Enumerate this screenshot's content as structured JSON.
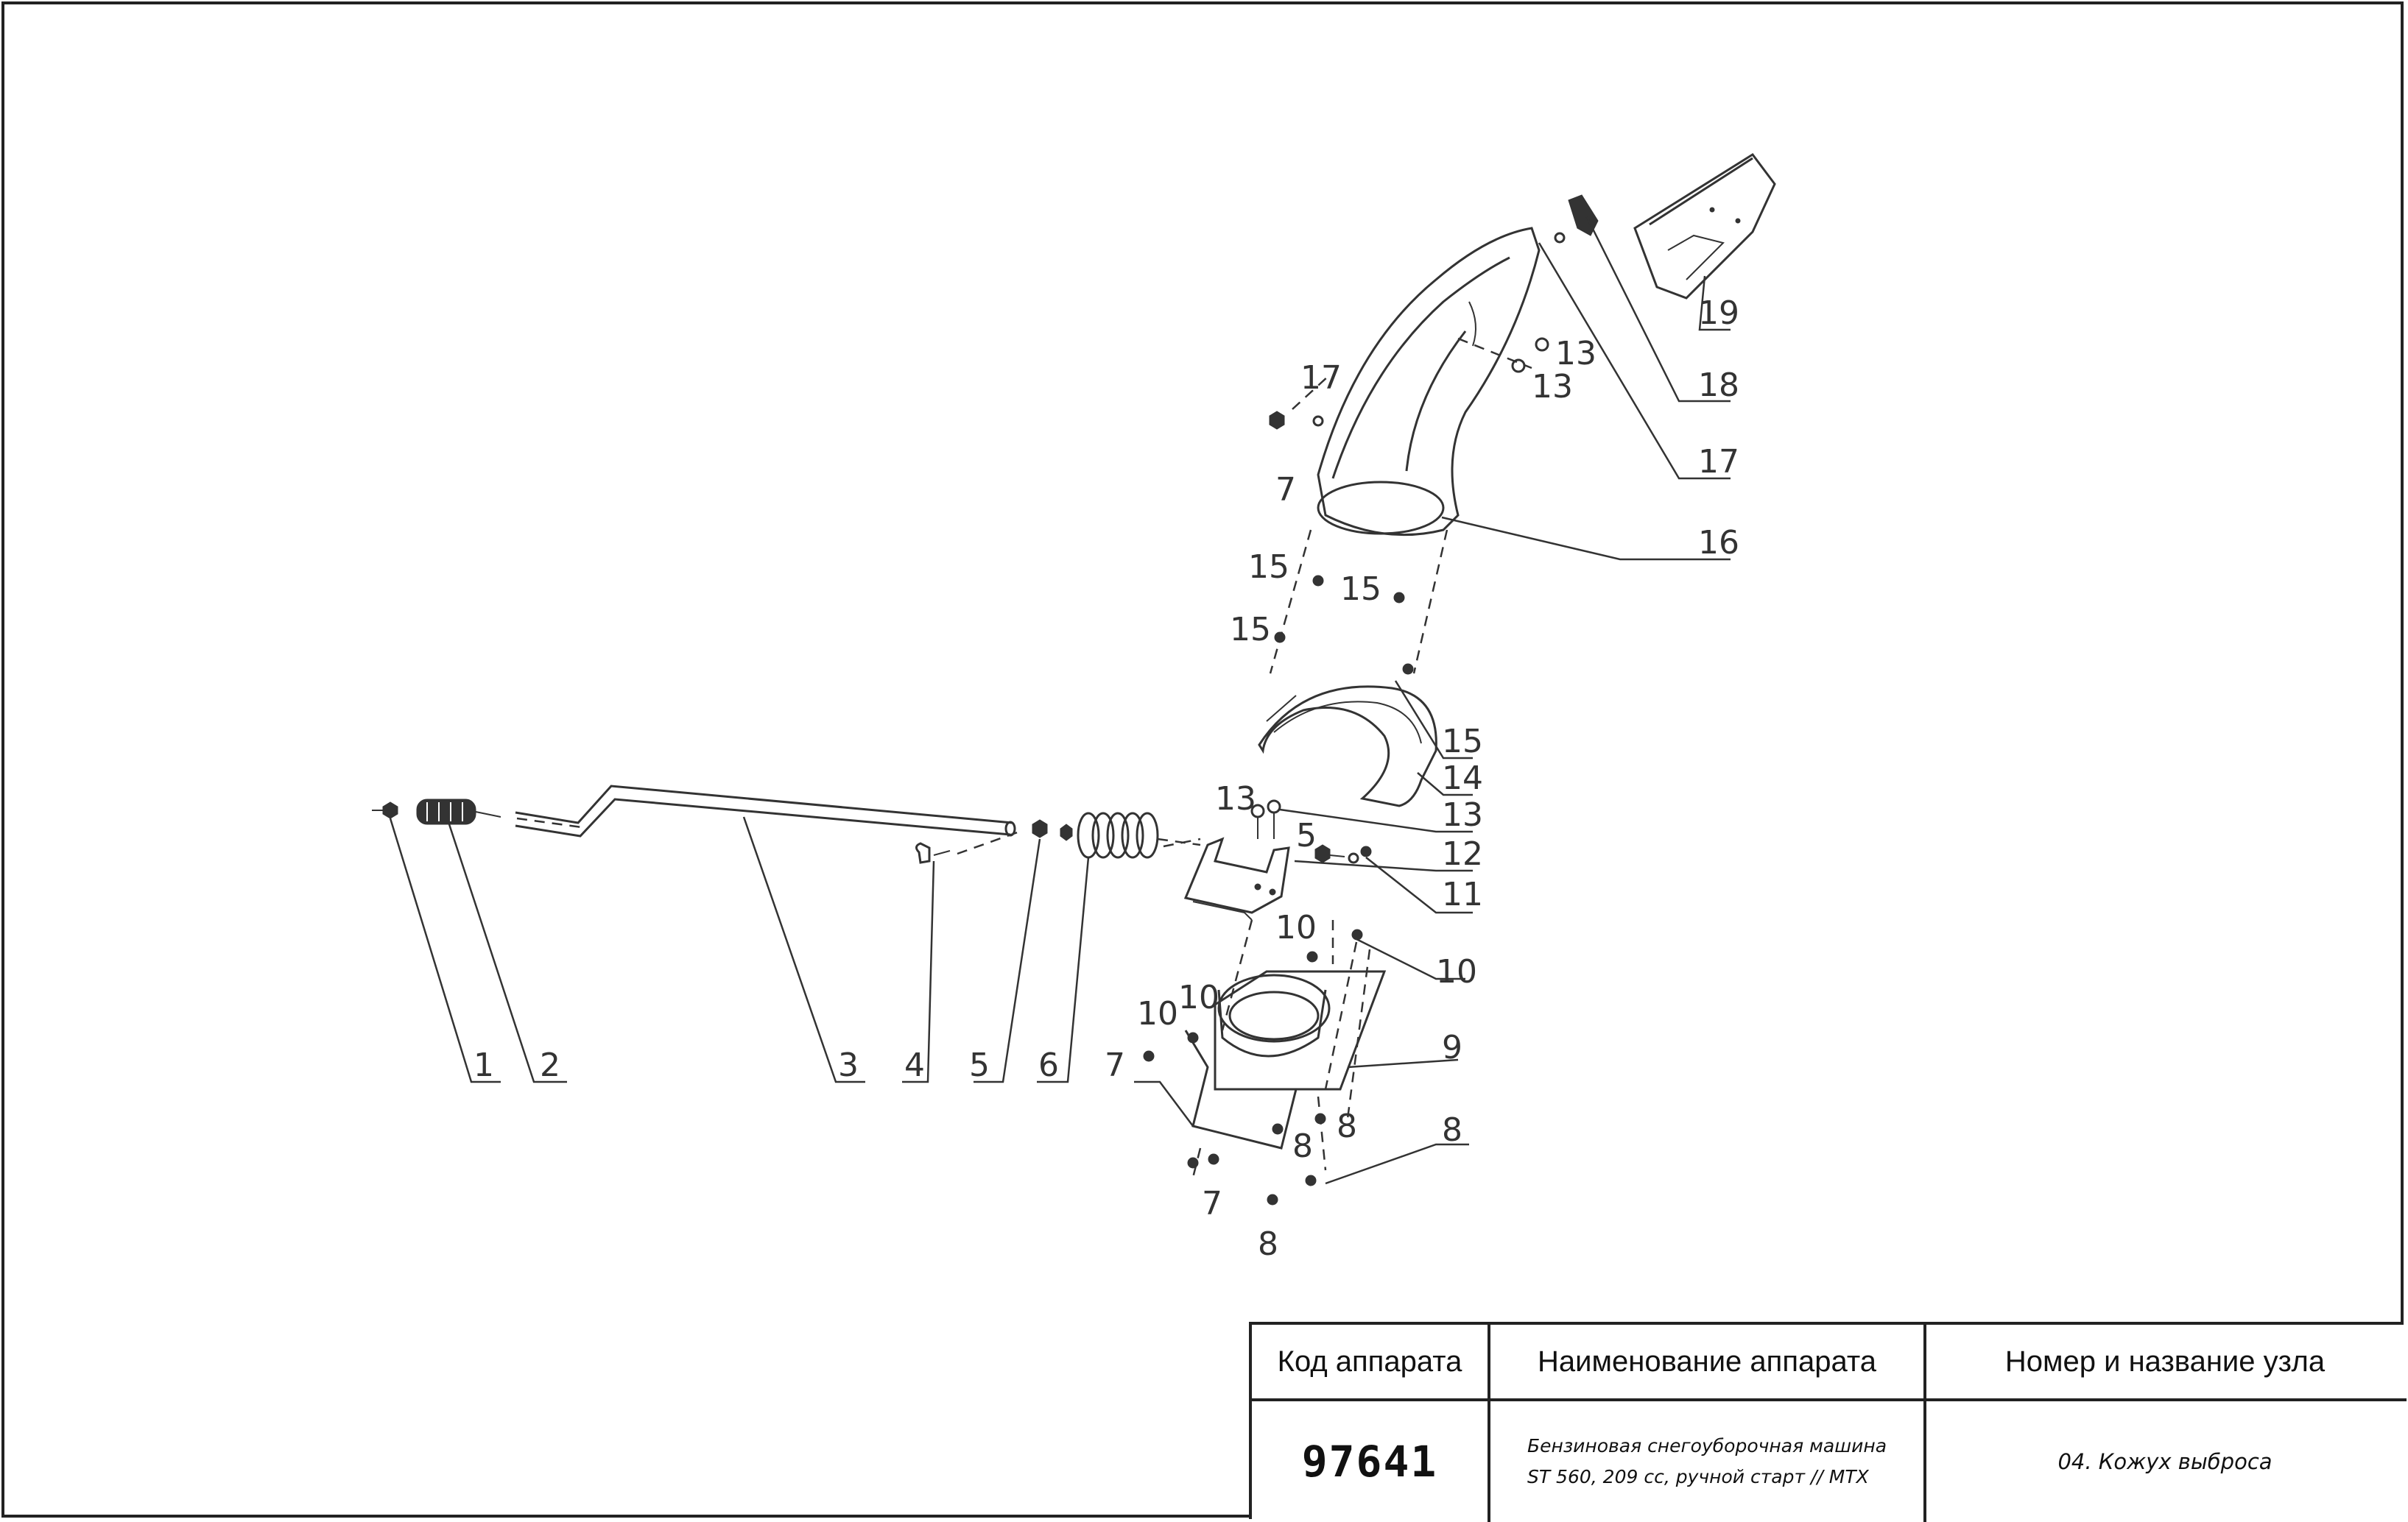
{
  "diagram": {
    "callouts": [
      "1",
      "2",
      "3",
      "4",
      "5",
      "6",
      "7",
      "8",
      "9",
      "10",
      "11",
      "12",
      "13",
      "14",
      "15",
      "16",
      "17",
      "18",
      "19"
    ],
    "callout_labels": {
      "l1": "1",
      "l2": "2",
      "l3": "3",
      "l4": "4",
      "l5": "5",
      "l6": "6",
      "l7": "7",
      "l8a": "8",
      "l8b": "8",
      "l8c": "8",
      "l8d": "8",
      "l9": "9",
      "l10a": "10",
      "l10b": "10",
      "l10c": "10",
      "l10d": "10",
      "l11": "11",
      "l12": "12",
      "l13a": "13",
      "l13b": "13",
      "l13c": "13",
      "l13d": "13",
      "l14": "14",
      "l15a": "15",
      "l15b": "15",
      "l15c": "15",
      "l15d": "15",
      "l16": "16",
      "l17a": "17",
      "l17b": "17",
      "l18": "18",
      "l19": "19",
      "l5b": "5",
      "l7b": "7",
      "l7c": "7"
    }
  },
  "title_block": {
    "col1_header": "Код аппарата",
    "col2_header": "Наименование аппарата",
    "col3_header": "Номер и название узла",
    "code": "97641",
    "name_line1": "Бензиновая снегоуборочная машина",
    "name_line2": "ST 560, 209 cc, ручной старт // MTX",
    "assembly": "04. Кожух выброса"
  }
}
